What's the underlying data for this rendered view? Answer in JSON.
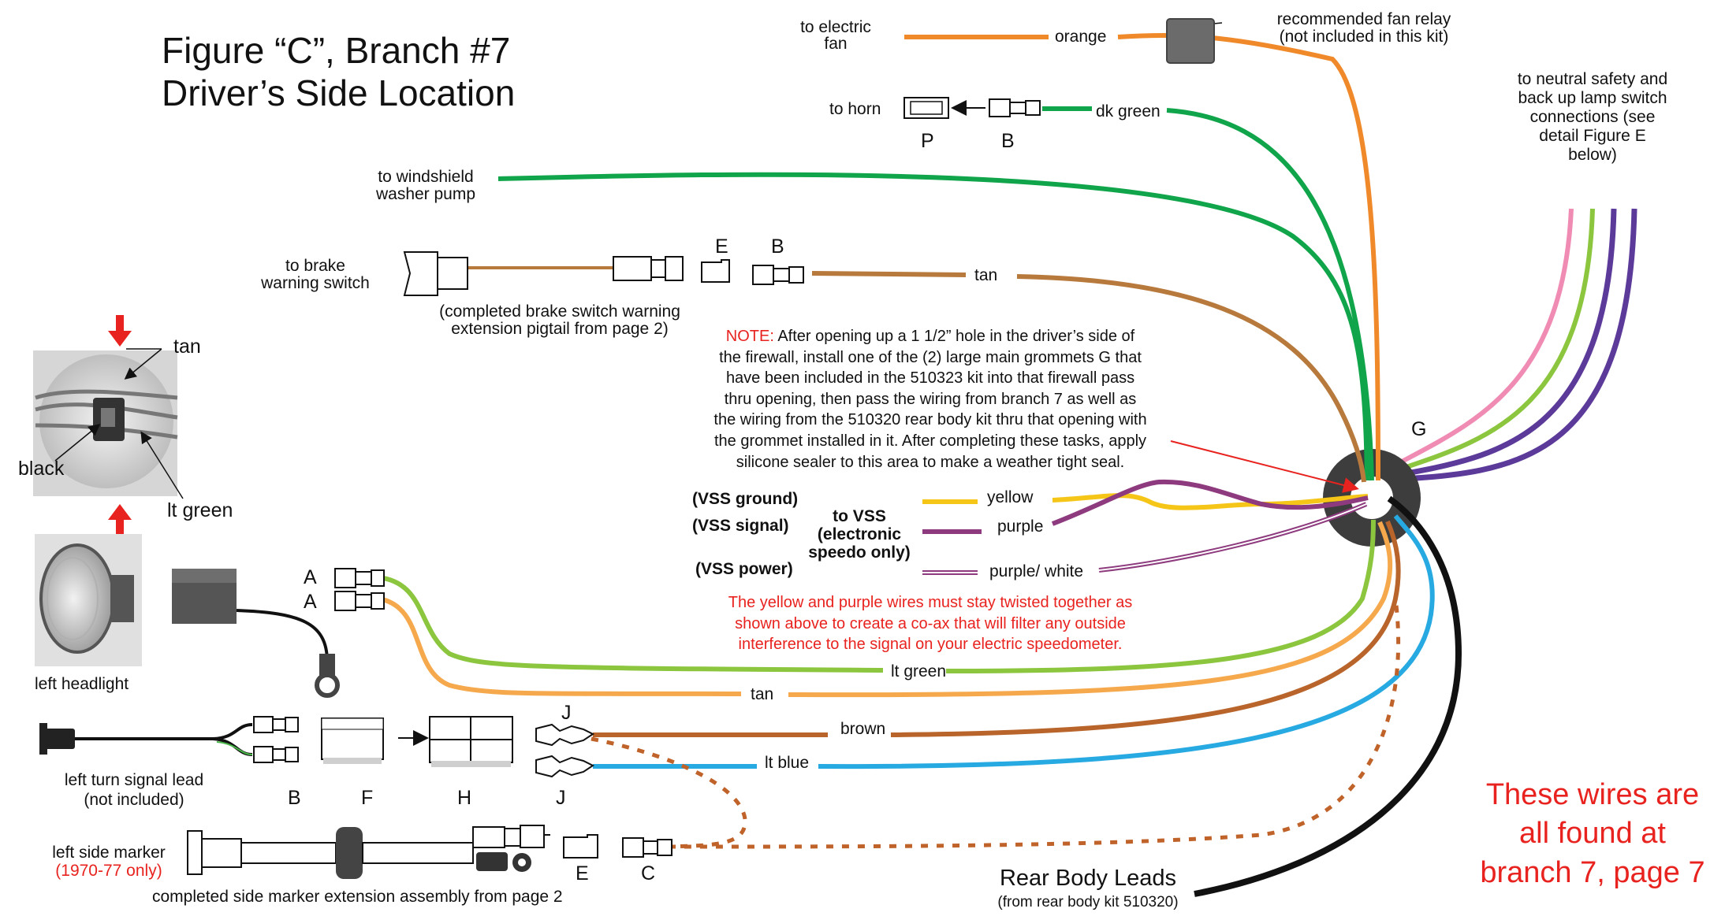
{
  "title": {
    "line1": "Figure “C”, Branch #7",
    "line2": "Driver’s Side Location"
  },
  "labels": {
    "to_electric": "to electric",
    "fan": "fan",
    "orange": "orange",
    "fan_relay_1": "recommended fan relay",
    "fan_relay_2": "(not included in this kit)",
    "to_horn": "to horn",
    "P": "P",
    "B_horn": "B",
    "dk_green": "dk green",
    "washer_1": "to windshield",
    "washer_2": "washer pump",
    "brake_1": "to brake",
    "brake_2": "warning switch",
    "E_brake": "E",
    "B_brake": "B",
    "tan_top": "tan",
    "pigtail_1": "(completed brake switch warning",
    "pigtail_2": "extension pigtail from page 2)",
    "neutral_1": "to neutral safety and",
    "neutral_2": "back up lamp switch",
    "neutral_3": "connections (see",
    "neutral_4": "detail Figure E",
    "neutral_5": "below)",
    "G": "G",
    "photo_tan": "tan",
    "photo_black": "black",
    "photo_ltgreen": "lt green",
    "vss_ground": "(VSS ground)",
    "vss_signal": "(VSS signal)",
    "vss_power": "(VSS power)",
    "to_vss_1": "to VSS",
    "to_vss_2": "(electronic",
    "to_vss_3": "speedo only)",
    "yellow": "yellow",
    "purple": "purple",
    "purple_white": "purple/ white",
    "A1": "A",
    "A2": "A",
    "left_headlight": "left headlight",
    "lt_green": "lt green",
    "tan_bottom": "tan",
    "J_top": "J",
    "J_bottom": "J",
    "brown": "brown",
    "lt_blue": "lt blue",
    "turn_1": "left turn signal lead",
    "turn_2": "(not included)",
    "B_row": "B",
    "F_row": "F",
    "H_row": "H",
    "side_1": "left side marker",
    "side_2": "(1970-77 only)",
    "side_assembly": "completed side marker extension assembly from page 2",
    "E_row": "E",
    "C_row": "C",
    "rear_1": "Rear Body Leads",
    "rear_2": "(from rear body kit 510320)"
  },
  "note": {
    "prefix": "NOTE:",
    "line1": " After opening up a 1 1/2” hole in the driver’s side of",
    "line2": "the firewall, install one of the (2) large main grommets G that",
    "line3": "have been included in the 510323 kit into that firewall pass",
    "line4": "thru opening, then pass the wiring from branch 7 as well as",
    "line5": "the wiring from the 510320 rear body kit thru that opening with",
    "line6": "the grommet installed in it. After completing these tasks, apply",
    "line7": "silicone sealer to this area to make a weather tight seal."
  },
  "warning": {
    "line1": "The yellow and purple wires must stay twisted together as",
    "line2": "shown above to create a co-ax that will filter any outside",
    "line3": "interference to the signal on your electric speedometer."
  },
  "found": {
    "line1": "These wires are",
    "line2": "all found at",
    "line3": "branch 7, page 7"
  },
  "colors": {
    "orange": "#f0892a",
    "dk_green": "#10a54a",
    "tan": "#b87a3c",
    "brown": "#b8642a",
    "lt_green": "#8cc63f",
    "lt_tan": "#f5a94c",
    "lt_blue": "#27a9e1",
    "yellow": "#f5c518",
    "purple": "#8e3a7e",
    "pink": "#f08cb4",
    "violet": "#5b3a9a",
    "black": "#111111",
    "red_text": "#e8231f"
  }
}
